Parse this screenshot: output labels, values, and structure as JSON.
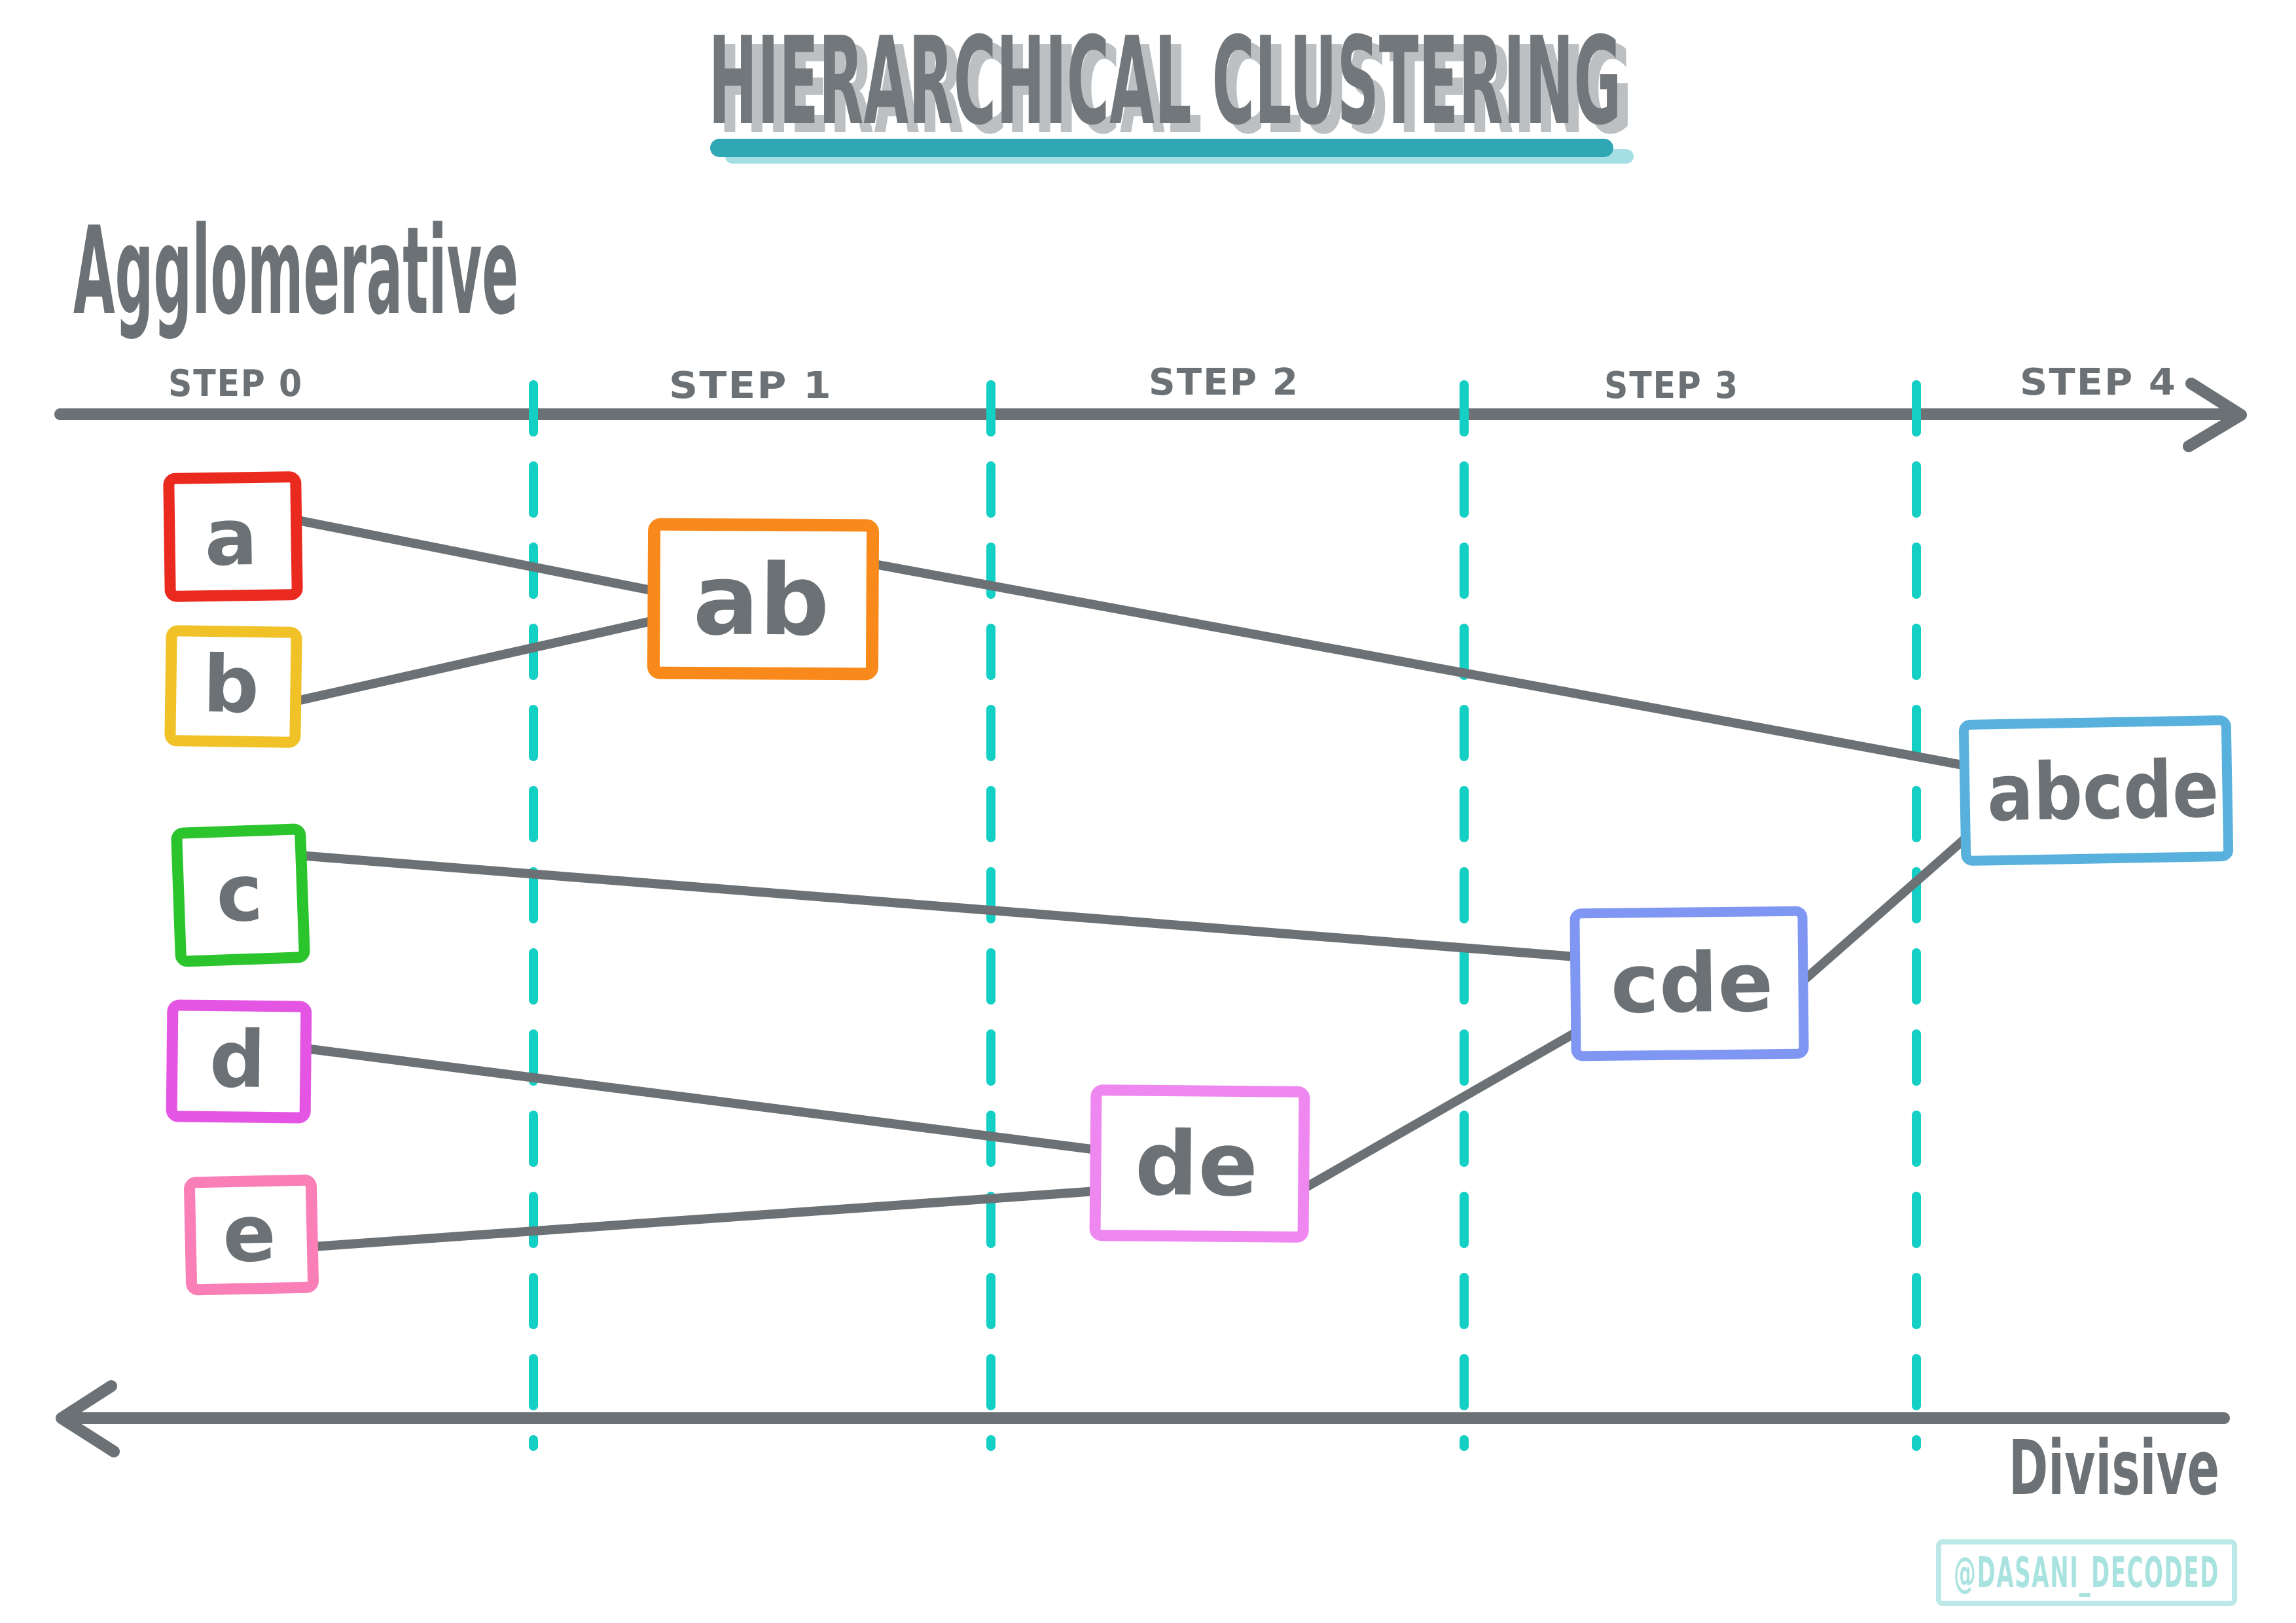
{
  "title": "HIERARCHICAL CLUSTERING",
  "methods": {
    "agglomerative": "Agglomerative",
    "divisive": "Divisive"
  },
  "timeline": {
    "steps": [
      "STEP 0",
      "STEP 1",
      "STEP 2",
      "STEP 3",
      "STEP 4"
    ]
  },
  "clusters": {
    "a": {
      "label": "a",
      "color": "#ea2a1e"
    },
    "b": {
      "label": "b",
      "color": "#f0c227"
    },
    "c": {
      "label": "c",
      "color": "#2cc42c"
    },
    "d": {
      "label": "d",
      "color": "#e455e4"
    },
    "e": {
      "label": "e",
      "color": "#fa7fb7"
    },
    "ab": {
      "label": "ab",
      "color": "#f8891a"
    },
    "de": {
      "label": "de",
      "color": "#ef87f1"
    },
    "cde": {
      "label": "cde",
      "color": "#7f97f3"
    },
    "abcde": {
      "label": "abcde",
      "color": "#58b1dc"
    }
  },
  "merges": [
    {
      "step": 1,
      "inputs": [
        "a",
        "b"
      ],
      "output": "ab"
    },
    {
      "step": 2,
      "inputs": [
        "d",
        "e"
      ],
      "output": "de"
    },
    {
      "step": 3,
      "inputs": [
        "c",
        "de"
      ],
      "output": "cde"
    },
    {
      "step": 4,
      "inputs": [
        "ab",
        "cde"
      ],
      "output": "abcde"
    }
  ],
  "watermark": "@DASANI_DECODED",
  "colors": {
    "ink": "#6b7174",
    "title": "#71777b",
    "title_shadow": "#bcc0c2",
    "divider": "#14cfc4",
    "underline": "#2fa7b4",
    "underline_shadow": "#a5dfe3",
    "watermark_text": "#a9e3e0",
    "watermark_border": "#bce9e7"
  }
}
